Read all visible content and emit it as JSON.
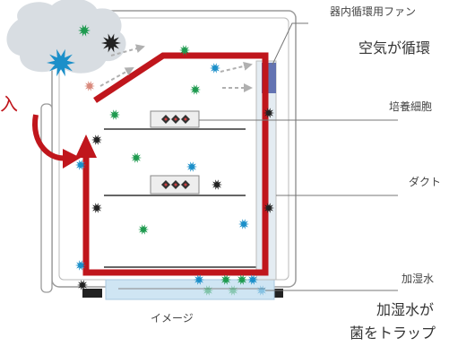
{
  "labels": {
    "fan": "器内循環用ファン",
    "air_circulation": "空気が循環",
    "culture_cells": "培養細胞",
    "duct": "ダクト",
    "humidifier_water": "加湿水",
    "traps_line1": "加湿水が",
    "traps_line2": "菌をトラップ",
    "caption": "イメージ",
    "entry": "入"
  },
  "colors": {
    "airflow_red": "#c0161c",
    "germ_green": "#1e9a4f",
    "germ_blue": "#1b8fc9",
    "germ_black": "#222222",
    "germ_pink": "#d9897c",
    "cloud": "#d8dde2",
    "fan_blue": "#4c5ea7",
    "water_blue": "#cfe5f3",
    "frame_gray": "#9a9a9a"
  },
  "icons": [
    "germ-icon",
    "cloud-icon",
    "fan-icon",
    "airflow-arrow-icon",
    "petri-dish-icon"
  ]
}
